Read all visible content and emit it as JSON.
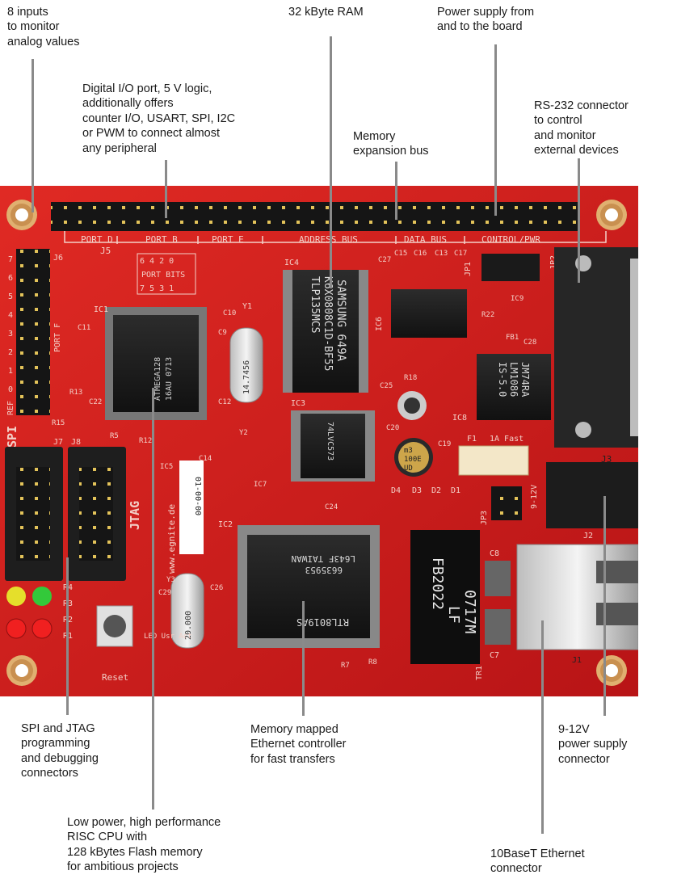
{
  "callouts": {
    "analog_inputs": [
      "8 inputs",
      "to monitor",
      "analog values"
    ],
    "ram": [
      "32 kByte RAM"
    ],
    "power_supply": [
      "Power supply from",
      "and to the board"
    ],
    "digital_io": [
      "Digital I/O port, 5 V logic,",
      "additionally offers",
      "counter I/O, USART, SPI, I2C",
      "or PWM to connect almost",
      "any peripheral"
    ],
    "memory_bus": [
      "Memory",
      "expansion bus"
    ],
    "rs232": [
      "RS-232 connector",
      "to control",
      "and monitor",
      "external devices"
    ],
    "spi_jtag": [
      "SPI and JTAG",
      "programming",
      "and debugging",
      "connectors"
    ],
    "ethernet_controller": [
      "Memory mapped",
      "Ethernet controller",
      "for fast transfers"
    ],
    "power_connector": [
      "9-12V",
      "power supply",
      "connector"
    ],
    "cpu": [
      "Low power, high performance",
      "RISC CPU with",
      "128 kBytes Flash memory",
      "for ambitious projects"
    ],
    "ethernet_connector": [
      "10BaseT Ethernet",
      "connector"
    ]
  },
  "silkscreen": {
    "header_sections": [
      "PORT D",
      "PORT B",
      "PORT E",
      "ADDRESS BUS",
      "DATA BUS",
      "CONTROL/PWR"
    ],
    "port_bits": "PORT BITS",
    "port_bits_top": "6 4 2 0",
    "port_bits_bottom": "7 5 3 1",
    "port_f": "PORT F",
    "ref": "REF",
    "spi": "SPI",
    "jtag": "JTAG",
    "website": "www.egnite.de",
    "serial": "01-00-00",
    "reset": "Reset",
    "fuse": "1A Fast",
    "voltage": "9-12V",
    "led_labels": "LED Usr Act"
  },
  "chips": {
    "cpu": [
      "ATMEGA128",
      "16AU 0713"
    ],
    "ram": [
      "SAMSUNG  649A",
      "K6X0808C1D-BF55",
      "TLP135MCS"
    ],
    "latch": [
      "74LVC573"
    ],
    "ethernet": [
      "RTL8019AS",
      "6635953",
      "L643F TAIWAN"
    ],
    "transformer": [
      "FB2022",
      "LF",
      "0717M"
    ],
    "regulator": [
      "LM1086",
      "IS-5.0",
      "JM74RA"
    ],
    "crystal1": "14.7456",
    "crystal2": "20.000",
    "cap": [
      "m3",
      "100E",
      "UD"
    ]
  },
  "refdes": {
    "ic1": "IC1",
    "ic2": "IC2",
    "ic3": "IC3",
    "ic4": "IC4",
    "ic5": "IC5",
    "ic6": "IC6",
    "ic7": "IC7",
    "ic8": "IC8",
    "ic9": "IC9",
    "j1": "J1",
    "j2": "J2",
    "j3": "J3",
    "j5": "J5",
    "j6": "J6",
    "j7": "J7",
    "j8": "J8",
    "jp1": "JP1",
    "jp2": "JP2",
    "jp3": "JP3",
    "y1": "Y1",
    "y2": "Y2",
    "y3": "Y3",
    "f1": "F1",
    "fb1": "FB1",
    "tr1": "TR1",
    "d1": "D1",
    "d2": "D2",
    "d3": "D3",
    "d4": "D4",
    "c10": "C10",
    "c11": "C11",
    "c12": "C12",
    "c13": "C13",
    "c14": "C14",
    "c15": "C15",
    "c16": "C16",
    "c17": "C17",
    "c19": "C19",
    "c20": "C20",
    "c22": "C22",
    "c24": "C24",
    "c25": "C25",
    "c26": "C26",
    "c27": "C27",
    "c28": "C28",
    "c29": "C29",
    "c7": "C7",
    "c8": "C8",
    "c9": "C9",
    "r1": "R1",
    "r2": "R2",
    "r3": "R3",
    "r4": "R4",
    "r5": "R5",
    "r7": "R7",
    "r8": "R8",
    "r12": "R12",
    "r13": "R13",
    "r15": "R15",
    "r18": "R18",
    "r22": "R22"
  },
  "colors": {
    "pcb": "#d61e1e",
    "pcb_dark": "#a50f10",
    "silk": "#f3d0c8",
    "chip": "#1b1b1b",
    "leader": "#8a8a8a"
  }
}
